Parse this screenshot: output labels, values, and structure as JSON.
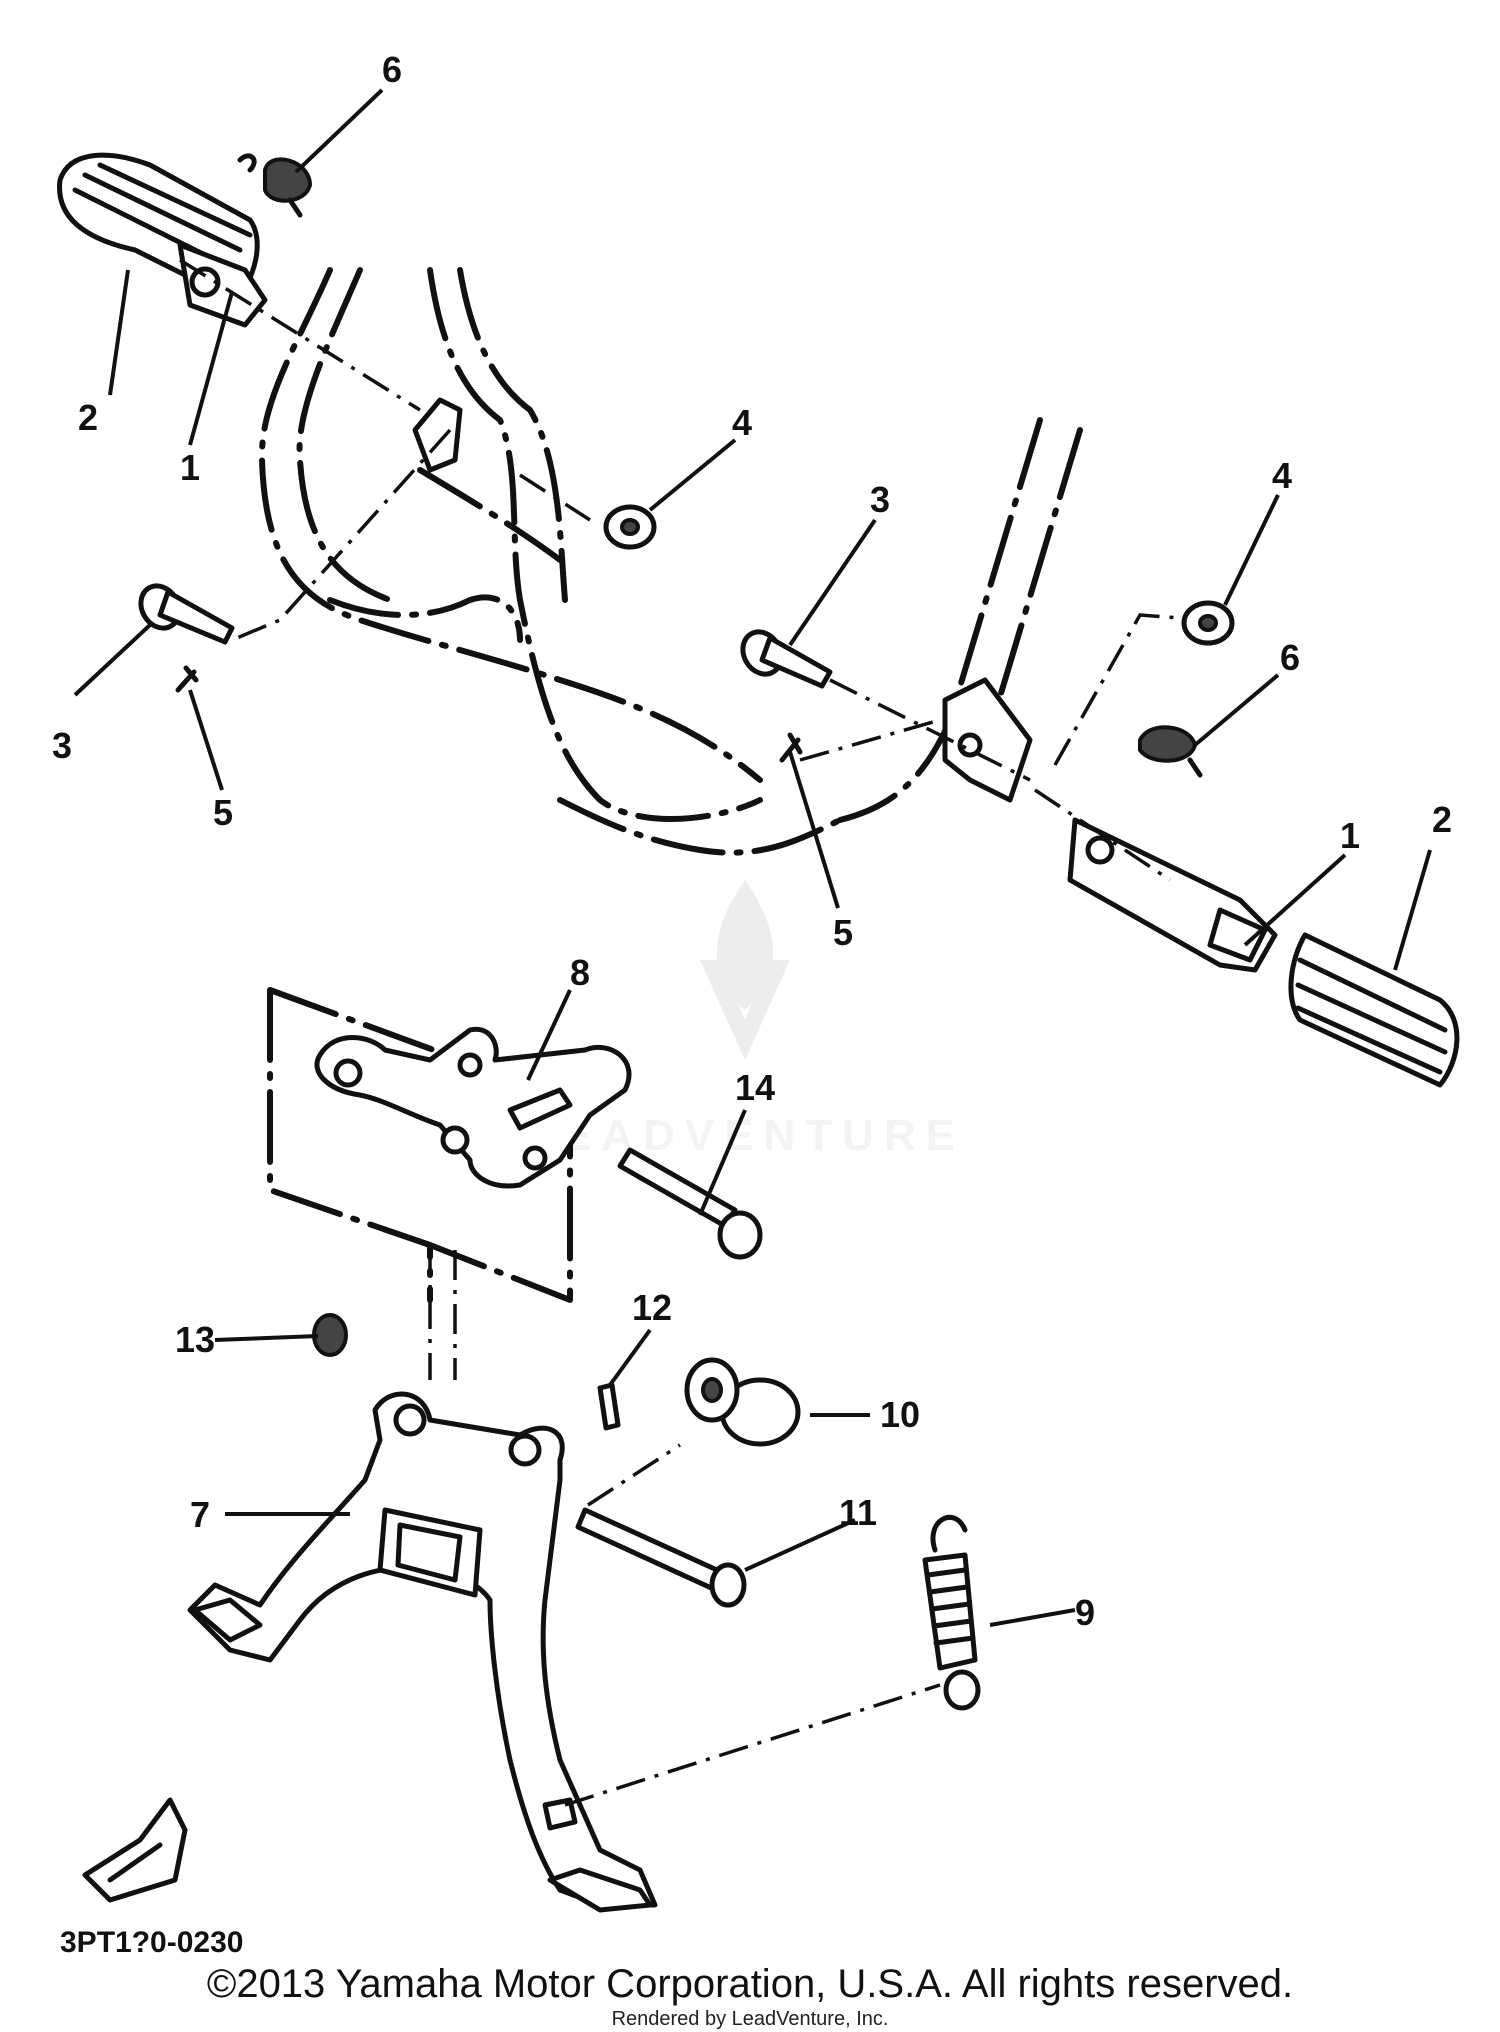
{
  "callouts": {
    "c1a": "1",
    "c2a": "2",
    "c3a": "3",
    "c4a": "4",
    "c5a": "5",
    "c6a": "6",
    "c1b": "1",
    "c2b": "2",
    "c3b": "3",
    "c4b": "4",
    "c5b": "5",
    "c6b": "6",
    "c7": "7",
    "c8": "8",
    "c9": "9",
    "c10": "10",
    "c11": "11",
    "c12": "12",
    "c13": "13",
    "c14": "14"
  },
  "drawing_code": "3PT1?0-0230",
  "watermark": "LEADVENTURE",
  "copyright": "©2013 Yamaha Motor Corporation, U.S.A. All rights reserved.",
  "credit": "Rendered by LeadVenture, Inc."
}
